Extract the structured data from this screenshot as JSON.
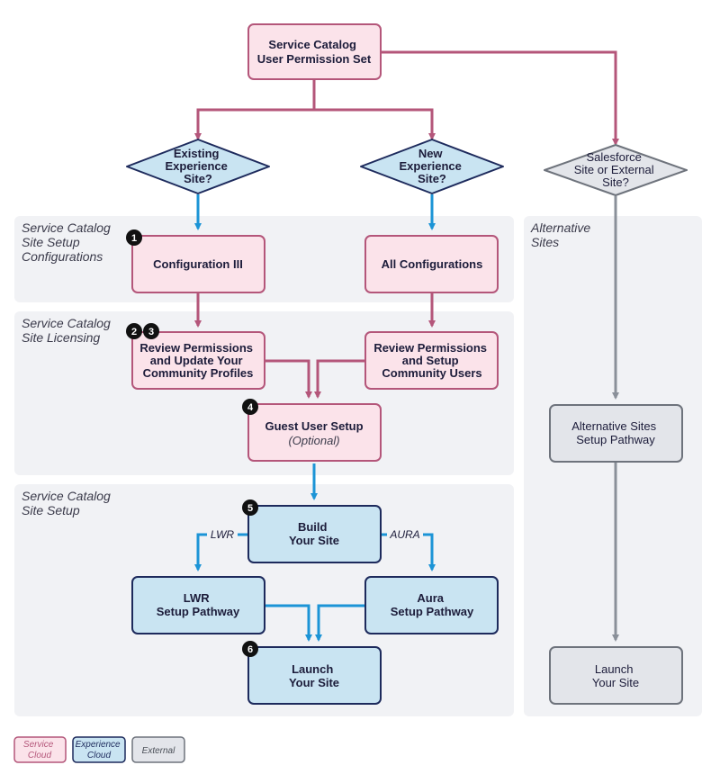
{
  "colors": {
    "service_fill": "#fbe3ea",
    "service_stroke": "#b4567a",
    "experience_fill": "#c9e4f2",
    "experience_stroke": "#1d2a5c",
    "external_fill": "#e3e5ea",
    "external_stroke": "#6e737c",
    "panel_fill": "#f1f2f5",
    "service_arrow": "#b4567a",
    "experience_arrow": "#1c94d6",
    "external_arrow": "#8a9099",
    "badge": "#111111"
  },
  "sections": {
    "configurations": [
      "Service Catalog",
      "Site Setup",
      "Configurations"
    ],
    "licensing": [
      "Service Catalog",
      "Site Licensing"
    ],
    "setup": [
      "Service Catalog",
      "Site Setup"
    ],
    "alternative": [
      "Alternative",
      "Sites"
    ]
  },
  "nodes": {
    "permission_set": [
      "Service Catalog",
      "User Permission Set"
    ],
    "existing_site": [
      "Existing",
      "Experience",
      "Site?"
    ],
    "new_site": [
      "New",
      "Experience",
      "Site?"
    ],
    "salesforce_site": [
      "Salesforce",
      "Site or External",
      "Site?"
    ],
    "config_three": [
      "Configuration III"
    ],
    "all_configs": [
      "All Configurations"
    ],
    "review_update": [
      "Review Permissions",
      "and Update Your",
      "Community Profiles"
    ],
    "review_setup": [
      "Review Permissions",
      "and Setup",
      "Community Users"
    ],
    "guest_user": [
      "Guest User Setup"
    ],
    "guest_user_optional": "(Optional)",
    "build_site": [
      "Build",
      "Your Site"
    ],
    "lwr_pathway": [
      "LWR",
      "Setup Pathway"
    ],
    "aura_pathway": [
      "Aura",
      "Setup Pathway"
    ],
    "launch_site": [
      "Launch",
      "Your Site"
    ],
    "alt_pathway": [
      "Alternative Sites",
      "Setup Pathway"
    ],
    "alt_launch": [
      "Launch",
      "Your Site"
    ]
  },
  "badges": {
    "b1": "1",
    "b2": "2",
    "b3": "3",
    "b4": "4",
    "b5": "5",
    "b6": "6"
  },
  "edge_labels": {
    "lwr": "LWR",
    "aura": "AURA"
  },
  "legend": {
    "service": [
      "Service",
      "Cloud"
    ],
    "experience": [
      "Experience",
      "Cloud"
    ],
    "external": [
      "External"
    ]
  }
}
